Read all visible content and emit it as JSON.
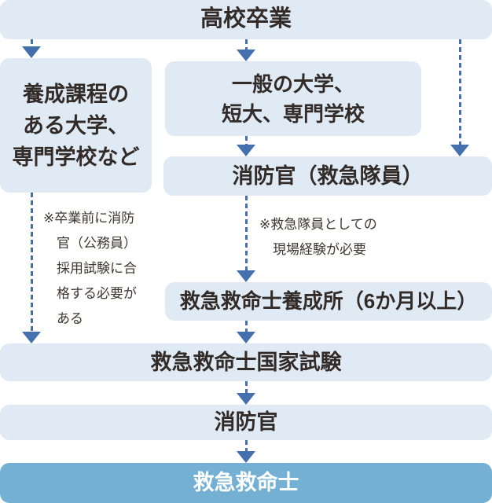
{
  "colors": {
    "page_bg": "#ffffff",
    "box_bg": "#dfeaf4",
    "final_box_bg": "#74b0d3",
    "box_text": "#332b28",
    "note_text": "#3f3531",
    "arrow": "#4470ae",
    "final_box_text": "#ffffff"
  },
  "flowchart": {
    "top": {
      "label": "高校卒業"
    },
    "left_school": {
      "lines": [
        "養成課程の",
        "ある大学、",
        "専門学校など"
      ]
    },
    "general_school": {
      "lines": [
        "一般の大学、",
        "短大、専門学校"
      ]
    },
    "firefighter_ambulance": {
      "label": "消防官（救急隊員）"
    },
    "note_left": {
      "lines": [
        "※卒業前に消防",
        "官（公務員）",
        "採用試験に合",
        "格する必要が",
        "ある"
      ]
    },
    "note_right": {
      "lines": [
        "※救急隊員としての",
        "現場経験が必要"
      ]
    },
    "training_institute": {
      "label": "救急救命士養成所（6か月以上）"
    },
    "national_exam": {
      "label": "救急救命士国家試験"
    },
    "firefighter": {
      "label": "消防官"
    },
    "paramedic": {
      "label": "救急救命士"
    }
  }
}
